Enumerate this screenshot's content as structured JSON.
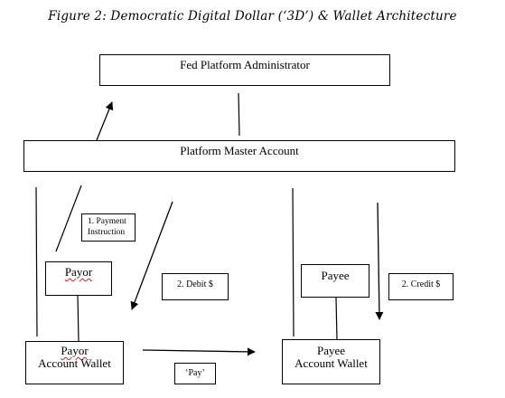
{
  "figure": {
    "title": "Figure 2: Democratic Digital Dollar (‘3D’) & Wallet Architecture"
  },
  "nodes": {
    "fed_admin": "Fed Platform Administrator",
    "master_account": "Platform Master Account",
    "payor": "Payor",
    "payee": "Payee",
    "payor_wallet_line1": "Payor",
    "payor_wallet_line2": "Account Wallet",
    "payee_wallet_line1": "Payee",
    "payee_wallet_line2": "Account Wallet"
  },
  "labels": {
    "payment_instruction_line1": "1. Payment",
    "payment_instruction_line2": "Instruction",
    "debit": "2. Debit $",
    "credit": "2. Credit $",
    "pay": "‘Pay’"
  },
  "colors": {
    "line": "#000000",
    "spellcheck_underline": "#d21f1f"
  }
}
